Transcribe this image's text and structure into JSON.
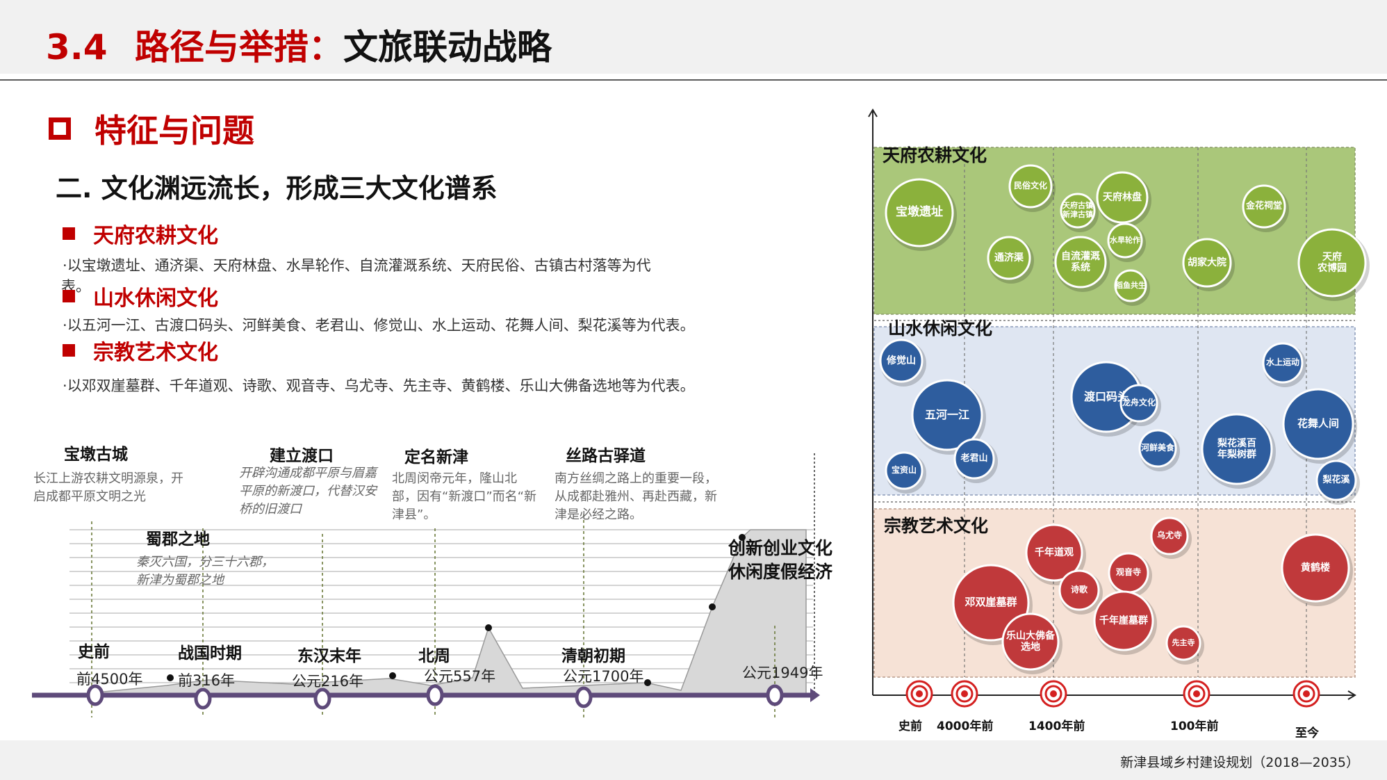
{
  "header": {
    "title_number": "3.4",
    "title_main": "路径与举措：",
    "title_tail": "文旅联动战略"
  },
  "section": {
    "title": "特征与问题",
    "subtitle": "二.  文化渊远流长，形成三大文化谱系"
  },
  "categories": [
    {
      "name": "天府农耕文化",
      "desc_line1": "·以宝墩遗址、通济渠、天府林盘、水旱轮作、自流灌溉系统、天府民俗、古镇古村落等为代",
      "desc_line2": "表。"
    },
    {
      "name": "山水休闲文化",
      "desc_line1": "·以五河一江、古渡口码头、河鲜美食、老君山、修觉山、水上运动、花舞人间、梨花溪等为代表。"
    },
    {
      "name": "宗教艺术文化",
      "desc_line1": "·以邓双崖墓群、千年道观、诗歌、观音寺、乌尤寺、先主寺、黄鹤楼、乐山大佛备选地等为代表。"
    }
  ],
  "timeline": {
    "milestones": [
      {
        "title": "宝墩古城",
        "desc": "长江上游农耕文明源泉，开启成都平原文明之光"
      },
      {
        "title": "蜀郡之地",
        "desc": "秦灭六国，分三十六郡，新津为蜀郡之地"
      },
      {
        "title": "建立渡口",
        "desc": "开辟沟通成都平原与眉嘉平原的新渡口，代替汉安桥的旧渡口"
      },
      {
        "title": "定名新津",
        "desc": "北周闵帝元年，隆山北部，因有“新渡口”而名“新津县”。"
      },
      {
        "title": "丝路古驿道",
        "desc": "南方丝绸之路上的重要一段，从成都赴雅州、再赴西藏，新津是必经之路。"
      },
      {
        "title": "创新创业文化休闲度假经济",
        "desc": ""
      }
    ],
    "periods": [
      "史前",
      "战国时期",
      "东汉末年",
      "北周",
      "清朝初期"
    ],
    "dates": [
      "前4500年",
      "前316年",
      "公元216年",
      "公元557年",
      "公元1700年",
      "公元1949年"
    ]
  },
  "bubble_chart": {
    "bands": [
      "天府农耕文化",
      "山水休闲文化",
      "宗教艺术文化"
    ],
    "x_axis": [
      "史前",
      "4000年前",
      "1400年前",
      "100年前",
      "至今"
    ],
    "colors": {
      "green": "#8bb13c",
      "blue": "#2e5d9e",
      "red": "#c0393b"
    },
    "bubbles": [
      {
        "label": "宝墩遗址",
        "band": 0
      },
      {
        "label": "民俗文化",
        "band": 0
      },
      {
        "label": "天府古镇\n新津古镇",
        "band": 0
      },
      {
        "label": "天府林盘",
        "band": 0
      },
      {
        "label": "金花祠堂",
        "band": 0
      },
      {
        "label": "通济渠",
        "band": 0
      },
      {
        "label": "自流灌溉\n系统",
        "band": 0
      },
      {
        "label": "水旱轮作",
        "band": 0
      },
      {
        "label": "胡家大院",
        "band": 0
      },
      {
        "label": "稻鱼共生",
        "band": 0
      },
      {
        "label": "天府\n农博园",
        "band": 0
      },
      {
        "label": "修觉山",
        "band": 1
      },
      {
        "label": "五河一江",
        "band": 1
      },
      {
        "label": "渡口码头",
        "band": 1
      },
      {
        "label": "龙舟文化",
        "band": 1
      },
      {
        "label": "水上运动",
        "band": 1
      },
      {
        "label": "花舞人间",
        "band": 1
      },
      {
        "label": "河鲜美食",
        "band": 1
      },
      {
        "label": "梨花溪百\n年梨树群",
        "band": 1
      },
      {
        "label": "老君山",
        "band": 1
      },
      {
        "label": "宝资山",
        "band": 1
      },
      {
        "label": "梨花溪",
        "band": 1
      },
      {
        "label": "乌尤寺",
        "band": 2
      },
      {
        "label": "千年道观",
        "band": 2
      },
      {
        "label": "黄鹤楼",
        "band": 2
      },
      {
        "label": "观音寺",
        "band": 2
      },
      {
        "label": "诗歌",
        "band": 2
      },
      {
        "label": "邓双崖墓群",
        "band": 2
      },
      {
        "label": "千年崖墓群",
        "band": 2
      },
      {
        "label": "乐山大佛备\n选地",
        "band": 2
      },
      {
        "label": "先主寺",
        "band": 2
      }
    ]
  },
  "footer": {
    "text": "新津县域乡村建设规划（2018—2035）"
  }
}
